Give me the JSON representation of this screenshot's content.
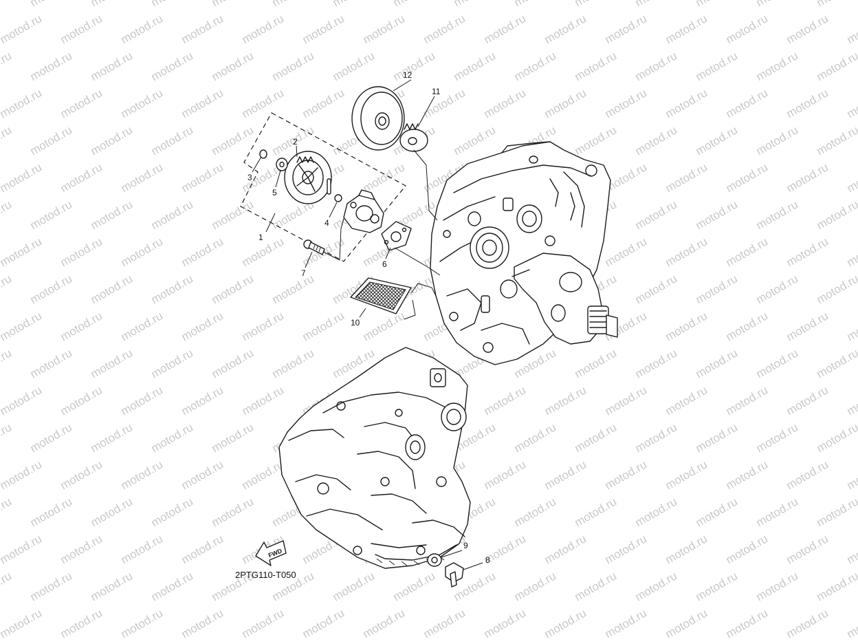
{
  "watermark": "motod.ru",
  "diagram_code": "2PTG110-T050",
  "fwd_label": "FWD",
  "callouts": {
    "c1": "1",
    "c2": "2",
    "c3": "3",
    "c4": "4",
    "c5": "5",
    "c6": "6",
    "c7": "7",
    "c8": "8",
    "c9": "9",
    "c10": "10",
    "c11": "11",
    "c12": "12"
  },
  "colors": {
    "line": "#1a1a1a",
    "watermark": "#c9c9c9",
    "background": "#ffffff"
  }
}
